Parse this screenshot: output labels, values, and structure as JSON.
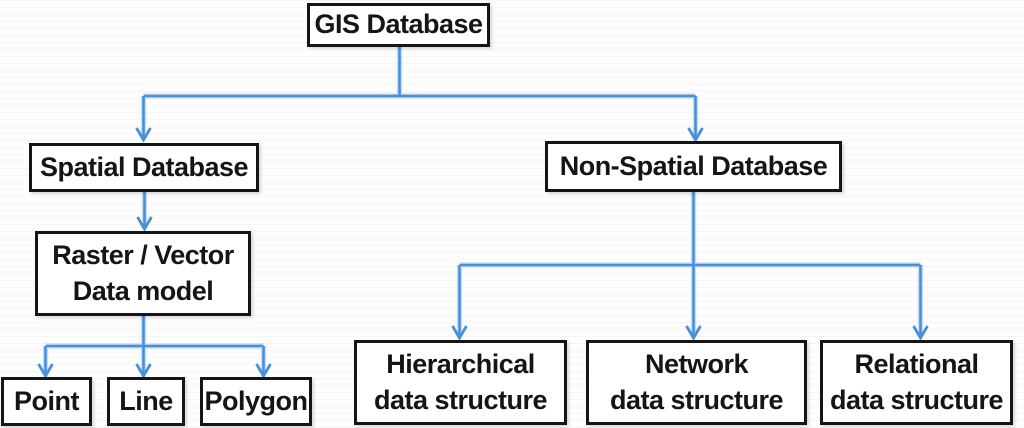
{
  "diagram": {
    "description": "GIS Database classification flowchart",
    "connector_color": "#4a90d9",
    "connector_halo_color": "#bcd6f2",
    "box_border_color": "#151515",
    "nodes": {
      "gis": {
        "label": "GIS Database"
      },
      "spatial": {
        "label": "Spatial Database"
      },
      "nonspatial": {
        "label": "Non-Spatial Database"
      },
      "raster_vector": {
        "line1": "Raster / Vector",
        "line2": "Data model"
      },
      "point": {
        "label": "Point"
      },
      "line": {
        "label": "Line"
      },
      "polygon": {
        "label": "Polygon"
      },
      "hierarchical": {
        "line1": "Hierarchical",
        "line2": "data structure"
      },
      "network": {
        "line1": "Network",
        "line2": "data structure"
      },
      "relational": {
        "line1": "Relational",
        "line2": "data structure"
      }
    },
    "edges": [
      {
        "from": "GIS Database",
        "to": "Spatial Database"
      },
      {
        "from": "GIS Database",
        "to": "Non-Spatial Database"
      },
      {
        "from": "Spatial Database",
        "to": "Raster / Vector Data model"
      },
      {
        "from": "Raster / Vector Data model",
        "to": "Point"
      },
      {
        "from": "Raster / Vector Data model",
        "to": "Line"
      },
      {
        "from": "Raster / Vector Data model",
        "to": "Polygon"
      },
      {
        "from": "Non-Spatial Database",
        "to": "Hierarchical data structure"
      },
      {
        "from": "Non-Spatial Database",
        "to": "Network data structure"
      },
      {
        "from": "Non-Spatial Database",
        "to": "Relational data structure"
      }
    ]
  }
}
